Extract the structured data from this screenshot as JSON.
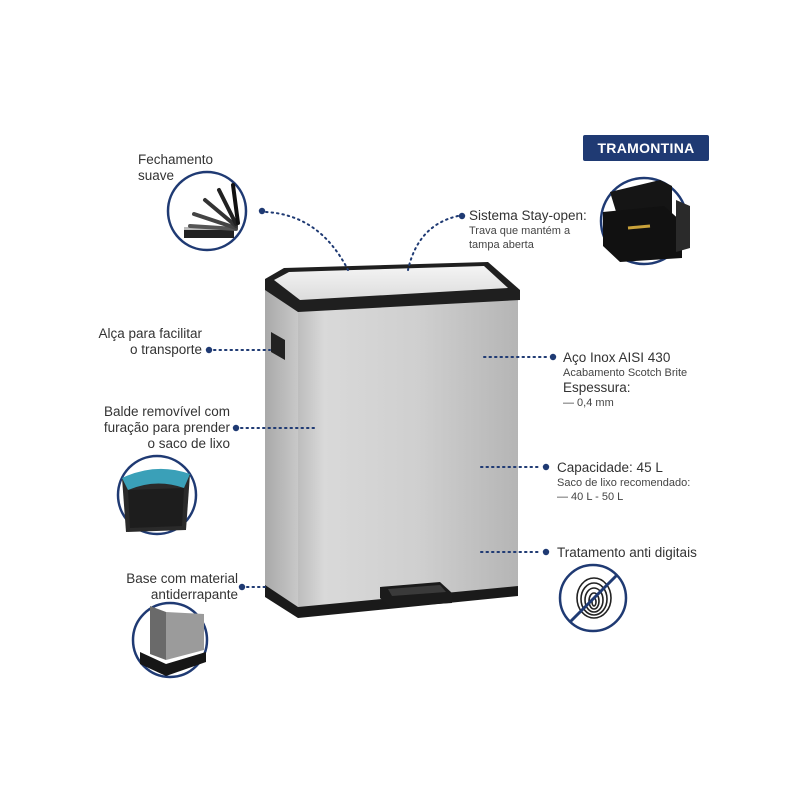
{
  "brand": {
    "name": "TRAMONTINA",
    "color": "#1f3a73"
  },
  "accent_color": "#1f3a73",
  "features": {
    "soft_close": {
      "line1": "Fechamento",
      "line2": "suave",
      "icon": "soft-close-lid-icon"
    },
    "stay_open": {
      "title": "Sistema Stay-open:",
      "sub1": "Trava que mantém a",
      "sub2": "tampa aberta",
      "icon": "stay-open-lid-icon"
    },
    "handle": {
      "line1": "Alça para facilitar",
      "line2": "o transporte"
    },
    "bucket": {
      "line1": "Balde removível com",
      "line2": "furação para prender",
      "line3": "o saco de lixo",
      "icon": "removable-bucket-icon"
    },
    "base": {
      "line1": "Base com material",
      "line2": "antiderrapante",
      "icon": "non-slip-base-icon"
    },
    "steel": {
      "title": "Aço Inox AISI 430",
      "sub1": "Acabamento Scotch Brite",
      "sub2": "Espessura:",
      "sub3": "— 0,4 mm"
    },
    "capacity": {
      "title": "Capacidade: 45 L",
      "sub1": "Saco de lixo recomendado:",
      "sub2": "— 40 L - 50 L"
    },
    "anti_fingerprint": {
      "title": "Tratamento anti digitais",
      "icon": "no-fingerprint-icon"
    }
  }
}
